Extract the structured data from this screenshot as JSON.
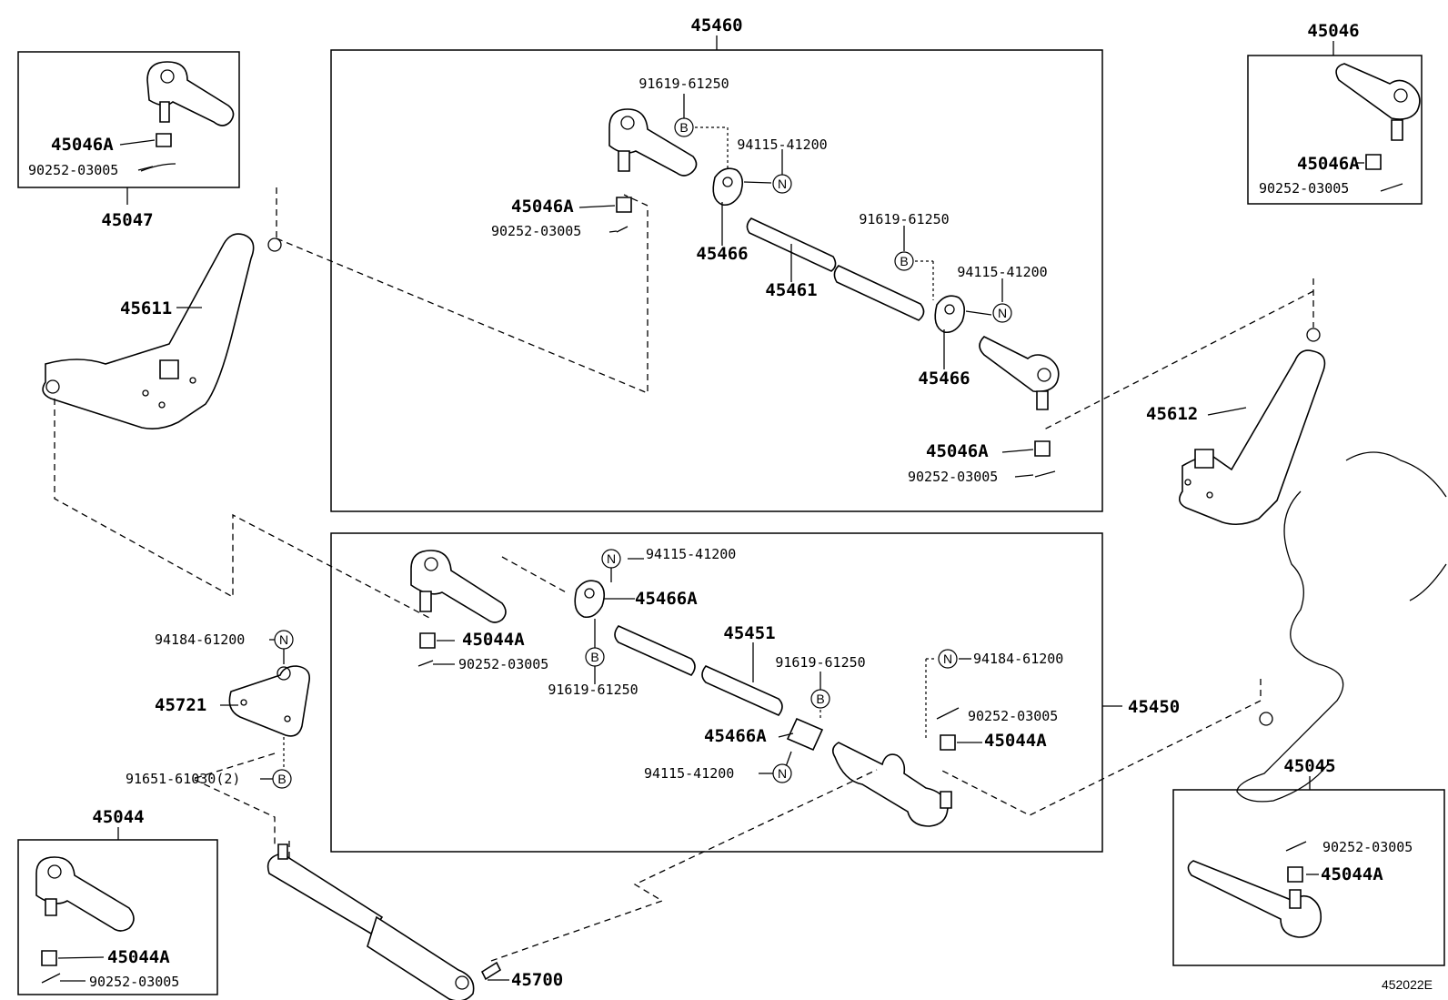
{
  "diagram": {
    "ref_code": "452022E",
    "labels": {
      "p45460": "45460",
      "p45046_top": "45046",
      "p45047": "45047",
      "p45046A_a": "45046A",
      "p90252_a": "90252-03005",
      "p45611": "45611",
      "p91619_a": "91619-61250",
      "p94115_a": "94115-41200",
      "p45046A_b": "45046A",
      "p90252_b": "90252-03005",
      "p45466_a": "45466",
      "p45461": "45461",
      "p91619_b": "91619-61250",
      "p94115_b": "94115-41200",
      "p45466_b": "45466",
      "p45046A_c": "45046A",
      "p90252_c": "90252-03005",
      "p45046A_d": "45046A",
      "p90252_d": "90252-03005",
      "p45612": "45612",
      "p94115_c": "94115-41200",
      "p45466A_a": "45466A",
      "p45044A_a": "45044A",
      "p90252_e": "90252-03005",
      "p45451": "45451",
      "p91619_c": "91619-61250",
      "p91619_d": "91619-61250",
      "p94184_a": "94184-61200",
      "p94184_b": "94184-61200",
      "p45721": "45721",
      "p45466A_b": "45466A",
      "p90252_f": "90252-03005",
      "p45044A_b": "45044A",
      "p45450": "45450",
      "p94115_d": "94115-41200",
      "p91651": "91651-61030(2)",
      "p45044": "45044",
      "p45045": "45045",
      "p90252_g": "90252-03005",
      "p45044A_c": "45044A",
      "p45044A_d": "45044A",
      "p90252_h": "90252-03005",
      "p45700": "45700"
    },
    "callouts": {
      "B": "B",
      "N": "N"
    }
  }
}
